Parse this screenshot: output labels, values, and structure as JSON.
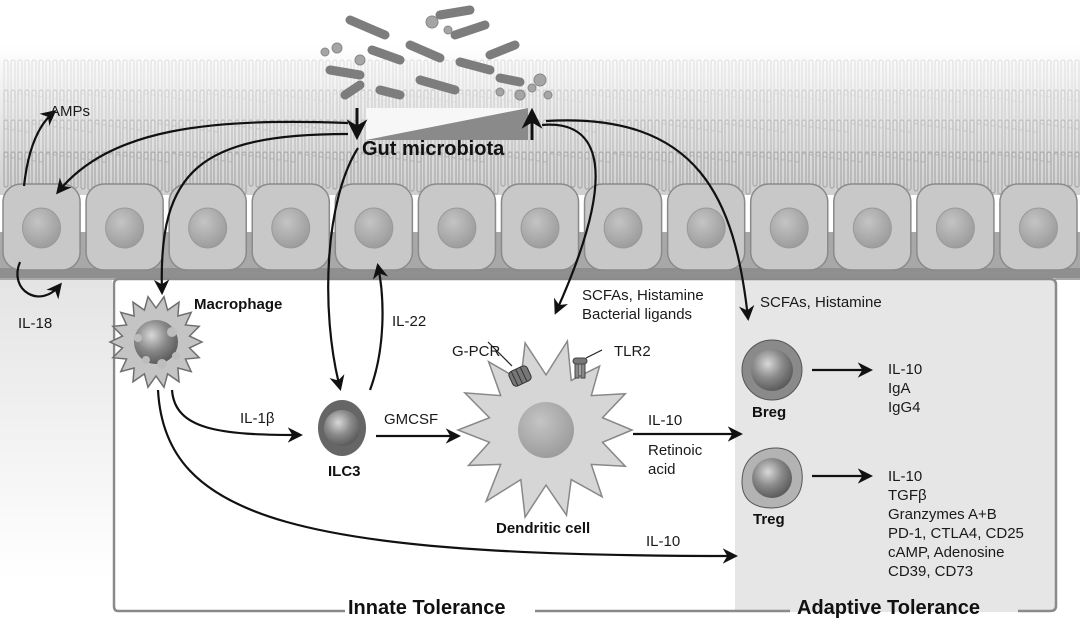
{
  "title": "Gut microbiota and immune tolerance",
  "colors": {
    "outline": "#111111",
    "epithelium_cell": "#c8c8c8",
    "nucleus": "#a6a6a6",
    "basement": "#8f8f8f",
    "adaptive_panel": "#e6e6e6",
    "panel_border": "#8a8a8a",
    "bacteria": "#7d7d7d"
  },
  "microbiota": {
    "label": "Gut microbiota",
    "gradient_down_arrow": "decrease",
    "gradient_up_arrow": "increase"
  },
  "epithelium": {
    "amps_label": "AMPs",
    "il18_label": "IL-18",
    "cell_count": 13
  },
  "innate": {
    "section_label": "Innate Tolerance",
    "macrophage_label": "Macrophage",
    "ilc3_label": "ILC3",
    "dendritic_label": "Dendritic cell",
    "il22_label": "IL-22",
    "il1b_label": "IL-1β",
    "gmcsf_label": "GMCSF",
    "gpcr_label": "G-PCR",
    "tlr2_label": "TLR2",
    "dc_signals": [
      "SCFAs, Histamine",
      "Bacterial ligands"
    ],
    "dc_out_top": "IL-10",
    "dc_out_bottom": [
      "Retinoic",
      "acid"
    ],
    "macrophage_il10": "IL-10"
  },
  "adaptive": {
    "section_label": "Adaptive Tolerance",
    "breg_signal": "SCFAs, Histamine",
    "breg_label": "Breg",
    "treg_label": "Treg",
    "breg_outputs": [
      "IL-10",
      "IgA",
      "IgG4"
    ],
    "treg_outputs": [
      "IL-10",
      "TGFβ",
      "Granzymes A+B",
      "PD-1, CTLA4, CD25",
      "cAMP, Adenosine",
      "CD39, CD73"
    ]
  }
}
